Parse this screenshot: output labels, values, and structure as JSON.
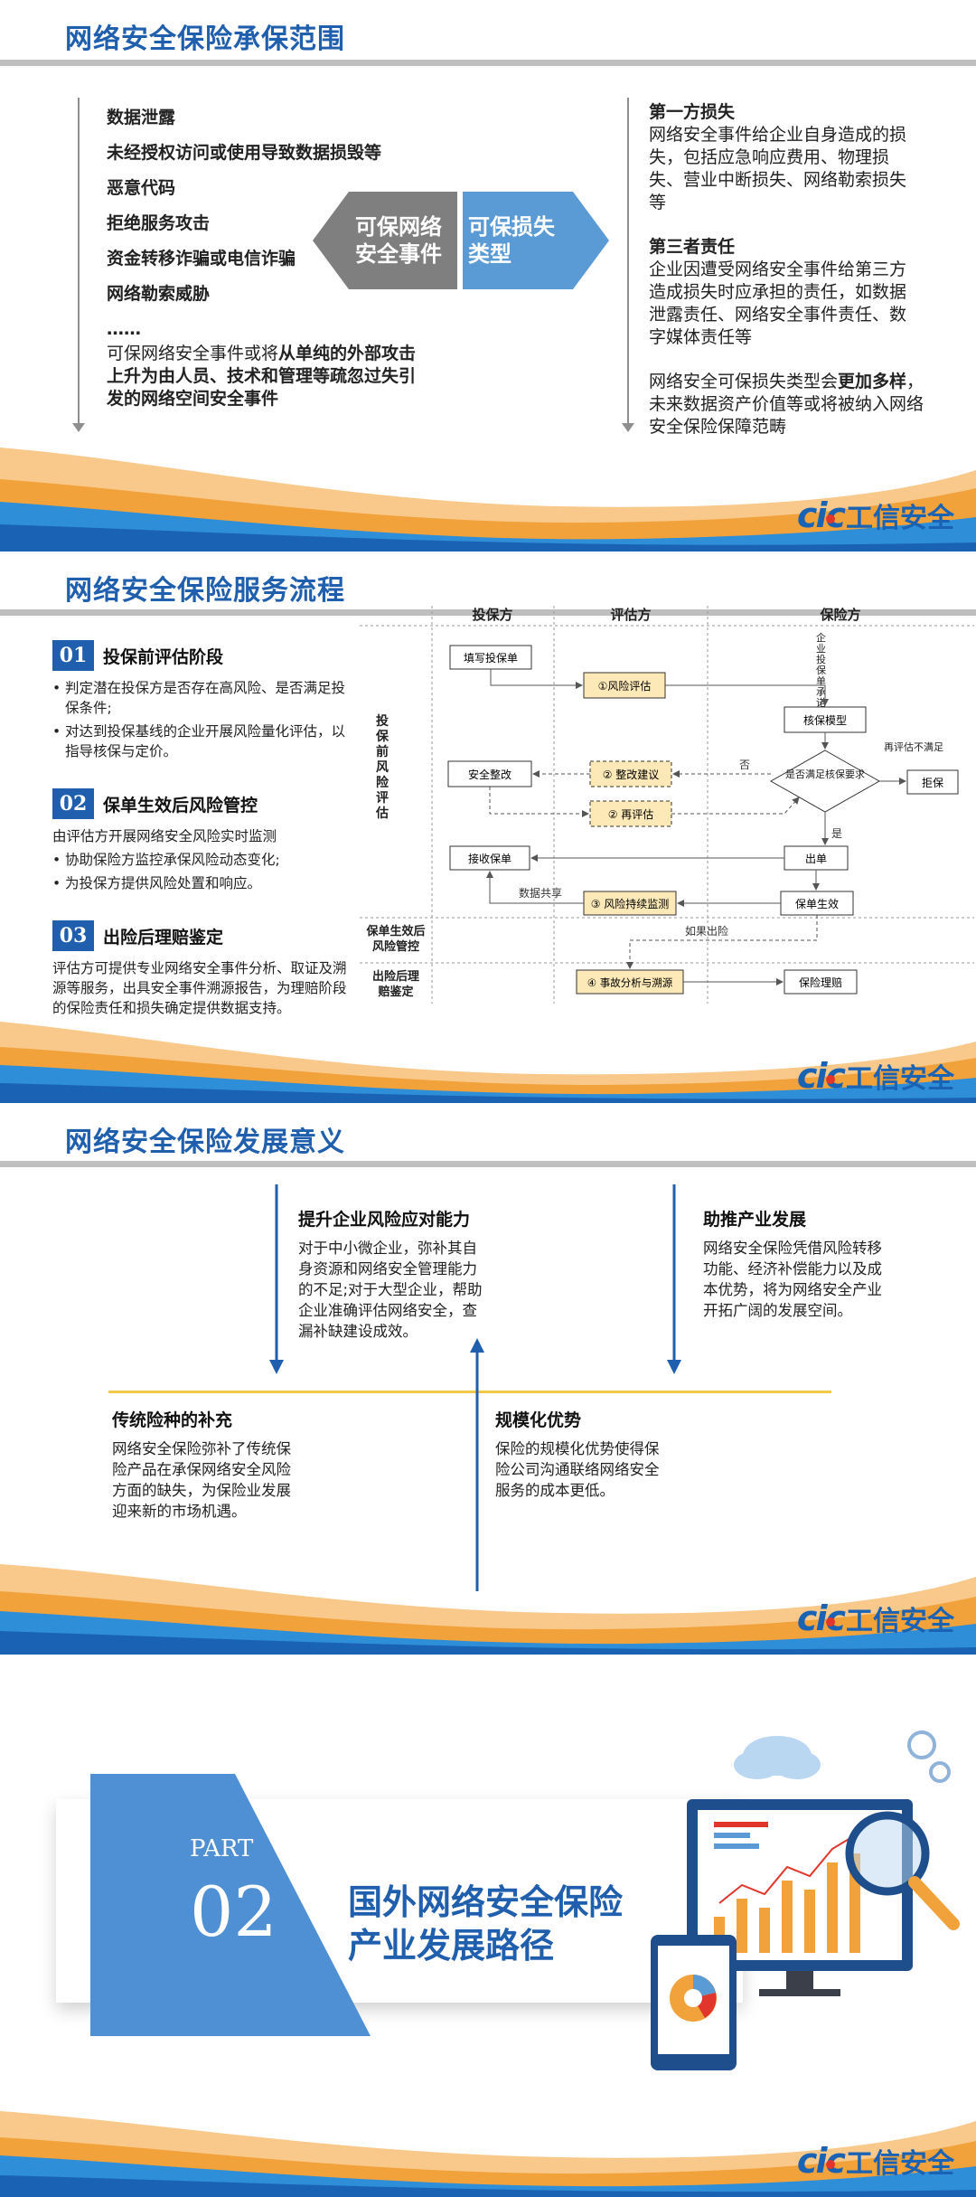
{
  "slide1": {
    "title": "网络安全保险承保范围",
    "events": [
      "数据泄露",
      "未经授权访问或使用导致数据损毁等",
      "恶意代码",
      "拒绝服务攻击",
      "资金转移诈骗或电信诈骗",
      "网络勒索威胁",
      "……"
    ],
    "note_prefix": "可保网络安全事件或将",
    "note_bold": "从单纯的外部攻击上升为由人员、技术和管理等疏忽过失引发的网络空间安全事件",
    "arrow_left": "可保网络安全事件",
    "arrow_right": "可保损失类型",
    "first_party_title": "第一方损失",
    "first_party_text": "网络安全事件给企业自身造成的损失，包括应急响应费用、物理损失、营业中断损失、网络勒索损失等",
    "third_party_title": "第三者责任",
    "third_party_text": "企业因遭受网络安全事件给第三方造成损失时应承担的责任，如数据泄露责任、网络安全事件责任、数字媒体责任等",
    "trend_prefix": "网络安全可保损失类型会",
    "trend_bold": "更加多样",
    "trend_suffix": "，未来数据资产价值等或将被纳入网络安全保险保障范畴"
  },
  "logo": {
    "latin": "cic",
    "cn": "工信安全"
  },
  "slide2": {
    "title": "网络安全保险服务流程",
    "steps": [
      {
        "num": "01",
        "title": "投保前评估阶段",
        "bullets": [
          "判定潜在投保方是否存在高风险、是否满足投保条件;",
          "对达到投保基线的企业开展风险量化评估，以指导核保与定价。"
        ]
      },
      {
        "num": "02",
        "title": "保单生效后风险管控",
        "lead": "由评估方开展网络安全风险实时监测",
        "bullets": [
          "协助保险方监控承保风险动态变化;",
          "为投保方提供风险处置和响应。"
        ]
      },
      {
        "num": "03",
        "title": "出险后理赔鉴定",
        "text": "评估方可提供专业网络安全事件分析、取证及溯源等服务，出具安全事件溯源报告，为理赔阶段的保险责任和损失确定提供数据支持。"
      }
    ],
    "flow": {
      "cols": [
        "投保方",
        "评估方",
        "保险方"
      ],
      "phases": [
        "投保前风险评估",
        "保单生效后风险管控",
        "出险后理赔鉴定"
      ],
      "nodes": {
        "fill_form": "填写投保单",
        "risk_eval": "①风险评估",
        "promise": "企业投保单承诺",
        "underwrite": "核保模型",
        "security_fix": "安全整改",
        "fix_advice": "② 整改建议",
        "decision": "是否满足核保要求",
        "reject": "拒保",
        "re_eval": "② 再评估",
        "receive": "接收保单",
        "issue": "出单",
        "monitor": "③ 风险持续监测",
        "effective": "保单生效",
        "analysis": "④ 事故分析与溯源",
        "claim": "保险理赔"
      },
      "labels": {
        "no": "否",
        "yes": "是",
        "re_eval_unmet": "再评估不满足",
        "data_share": "数据共享",
        "if_incident": "如果出险"
      }
    }
  },
  "slide3": {
    "title": "网络安全保险发展意义",
    "items": [
      {
        "title": "提升企业风险应对能力",
        "text": "对于中小微企业，弥补其自身资源和网络安全管理能力的不足;对于大型企业，帮助企业准确评估网络安全，查漏补缺建设成效。"
      },
      {
        "title": "助推产业发展",
        "text": "网络安全保险凭借风险转移功能、经济补偿能力以及成本优势，将为网络安全产业开拓广阔的发展空间。"
      },
      {
        "title": "传统险种的补充",
        "text": "网络安全保险弥补了传统保险产品在承保网络安全风险方面的缺失，为保险业发展迎来新的市场机遇。"
      },
      {
        "title": "规模化优势",
        "text": "保险的规模化优势使得保险公司沟通联络网络安全服务的成本更低。"
      }
    ]
  },
  "slide4": {
    "part_label": "PART",
    "part_num": "02",
    "title_line1": "国外网络安全保险",
    "title_line2": "产业发展路径"
  },
  "colors": {
    "brand_blue": "#1f5fae",
    "accent_orange": "#f2a23a",
    "light_blue": "#5b9bd5",
    "gray": "#7f7f7f"
  }
}
